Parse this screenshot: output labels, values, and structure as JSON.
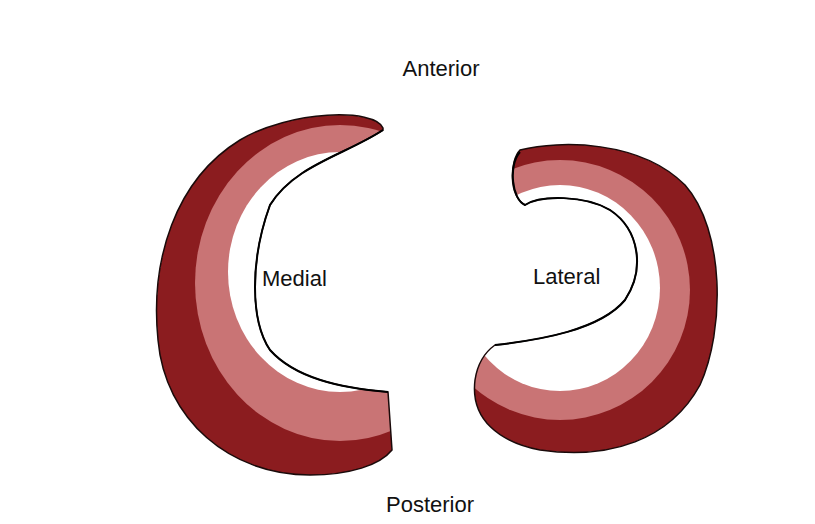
{
  "diagram": {
    "nodes": [
      {
        "text": [
          "Medial"
        ]
      },
      {
        "text": [
          "Lateral"
        ]
      }
    ],
    "labels": [
      "Anterior",
      "Posterior"
    ]
  }
}
